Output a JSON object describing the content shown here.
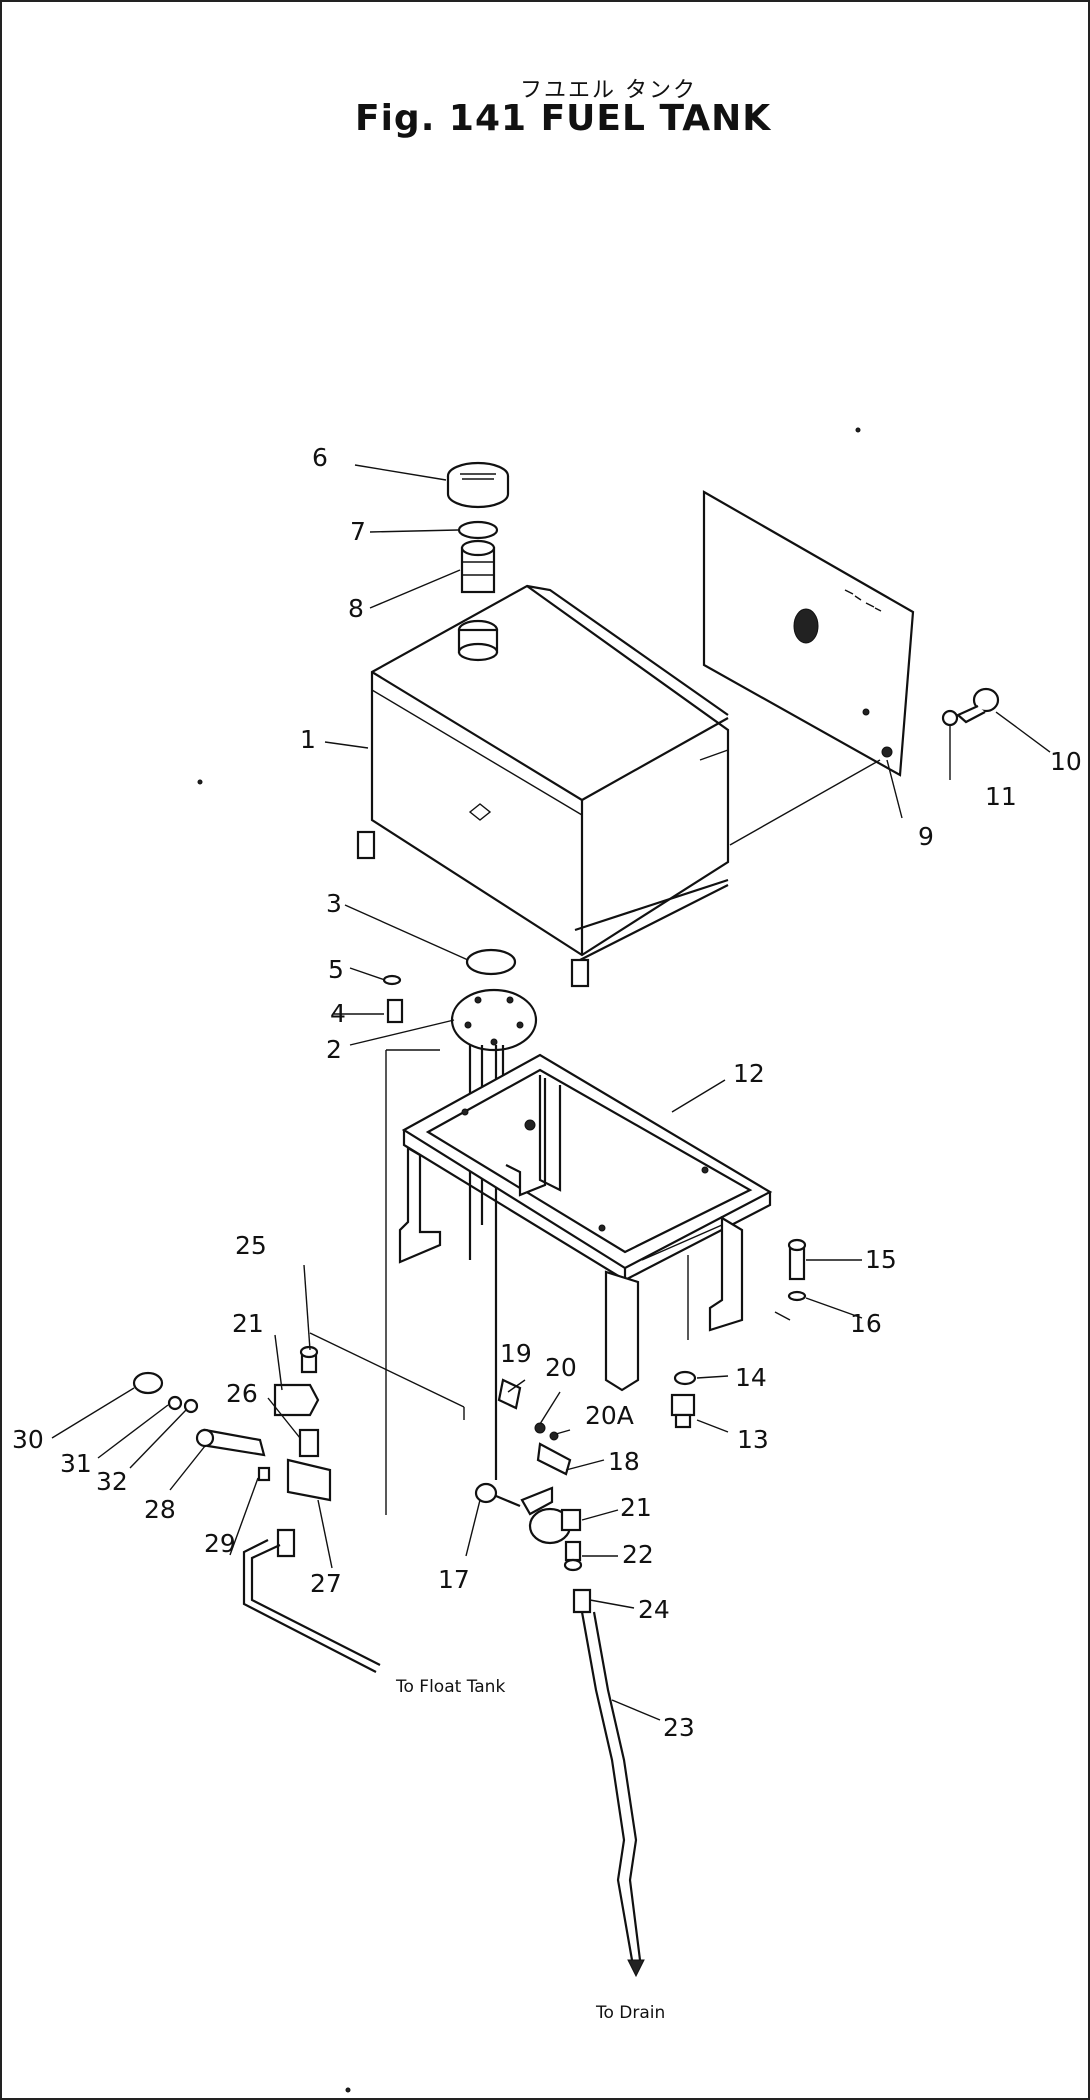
{
  "header": {
    "japanese_title": "フユエル タンク",
    "figure_title": "Fig. 141 FUEL TANK"
  },
  "callouts": [
    {
      "id": "c1",
      "label": "1"
    },
    {
      "id": "c2",
      "label": "2"
    },
    {
      "id": "c3",
      "label": "3"
    },
    {
      "id": "c4",
      "label": "4"
    },
    {
      "id": "c5",
      "label": "5"
    },
    {
      "id": "c6",
      "label": "6"
    },
    {
      "id": "c7",
      "label": "7"
    },
    {
      "id": "c8",
      "label": "8"
    },
    {
      "id": "c9",
      "label": "9"
    },
    {
      "id": "c10",
      "label": "10"
    },
    {
      "id": "c11",
      "label": "11"
    },
    {
      "id": "c12",
      "label": "12"
    },
    {
      "id": "c13",
      "label": "13"
    },
    {
      "id": "c14",
      "label": "14"
    },
    {
      "id": "c15",
      "label": "15"
    },
    {
      "id": "c16",
      "label": "16"
    },
    {
      "id": "c17",
      "label": "17"
    },
    {
      "id": "c18",
      "label": "18"
    },
    {
      "id": "c19",
      "label": "19"
    },
    {
      "id": "c20",
      "label": "20"
    },
    {
      "id": "c20a",
      "label": "20A"
    },
    {
      "id": "c21a",
      "label": "21"
    },
    {
      "id": "c21b",
      "label": "21"
    },
    {
      "id": "c22",
      "label": "22"
    },
    {
      "id": "c23",
      "label": "23"
    },
    {
      "id": "c24",
      "label": "24"
    },
    {
      "id": "c25",
      "label": "25"
    },
    {
      "id": "c26",
      "label": "26"
    },
    {
      "id": "c27",
      "label": "27"
    },
    {
      "id": "c28",
      "label": "28"
    },
    {
      "id": "c29",
      "label": "29"
    },
    {
      "id": "c30",
      "label": "30"
    },
    {
      "id": "c31",
      "label": "31"
    },
    {
      "id": "c32",
      "label": "32"
    }
  ],
  "notes": {
    "to_float_tank": "To Float Tank",
    "to_drain": "To Drain"
  }
}
